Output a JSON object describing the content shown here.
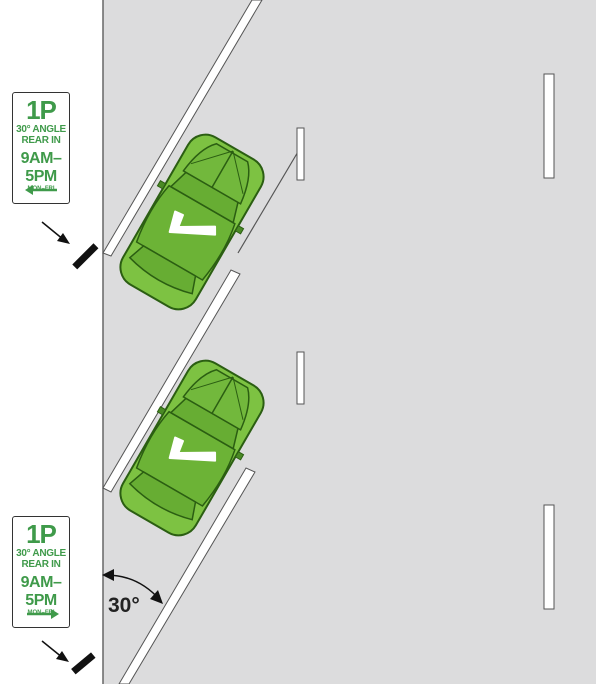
{
  "signs": [
    {
      "time_limit": "1P",
      "angle_text": "30° ANGLE",
      "mode_text": "REAR IN",
      "hours": "9AM–5PM",
      "days": "MON–FRI",
      "arrow_direction": "left"
    },
    {
      "time_limit": "1P",
      "angle_text": "30° ANGLE",
      "mode_text": "REAR IN",
      "hours": "9AM–5PM",
      "days": "MON–FRI",
      "arrow_direction": "right"
    }
  ],
  "angle_label": "30°",
  "colors": {
    "road": "#dcdcdd",
    "car_fill": "#7dc242",
    "car_outline": "#2b5e12",
    "sign_text": "#3f9a4a",
    "kerb": "#ffffff"
  },
  "icons": [
    "check-mark-icon",
    "arrow-left-icon",
    "arrow-right-icon",
    "pointer-arrow-icon"
  ]
}
